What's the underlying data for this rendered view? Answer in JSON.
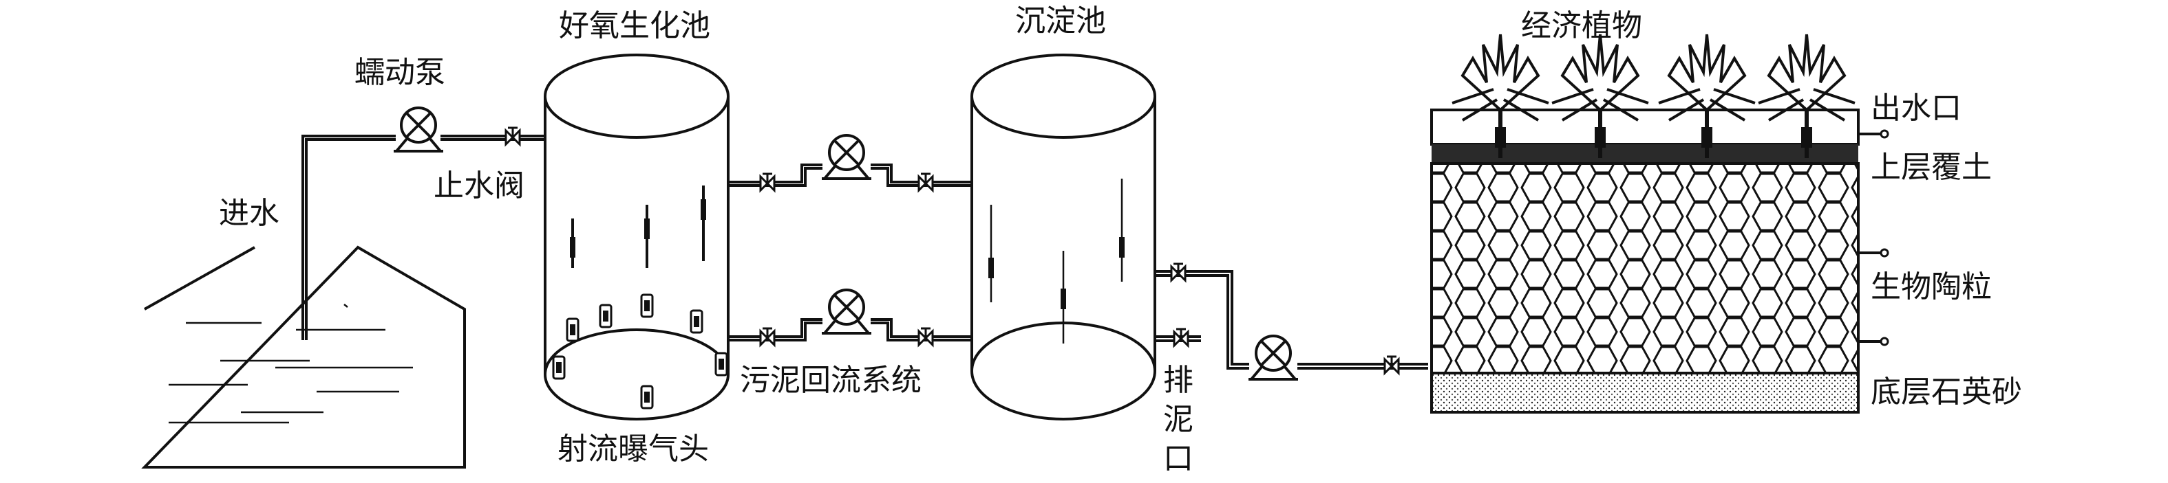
{
  "diagram": {
    "labels": {
      "inlet": "进水",
      "peristaltic_pump": "蠕动泵",
      "stop_valve": "止水阀",
      "aerobic_tank": "好氧生化池",
      "jet_aerator": "射流曝气头",
      "sludge_return": "污泥回流系统",
      "settling_tank": "沉淀池",
      "sludge_outlet_1": "排",
      "sludge_outlet_2": "泥",
      "sludge_outlet_3": "口",
      "economic_plants": "经济植物",
      "water_outlet": "出水口",
      "top_soil": "上层覆土",
      "ceramsite": "生物陶粒",
      "quartz_sand": "底层石英砂"
    },
    "colors": {
      "stroke": "#111111",
      "background": "#ffffff",
      "soil": "#2a2a2a"
    }
  }
}
